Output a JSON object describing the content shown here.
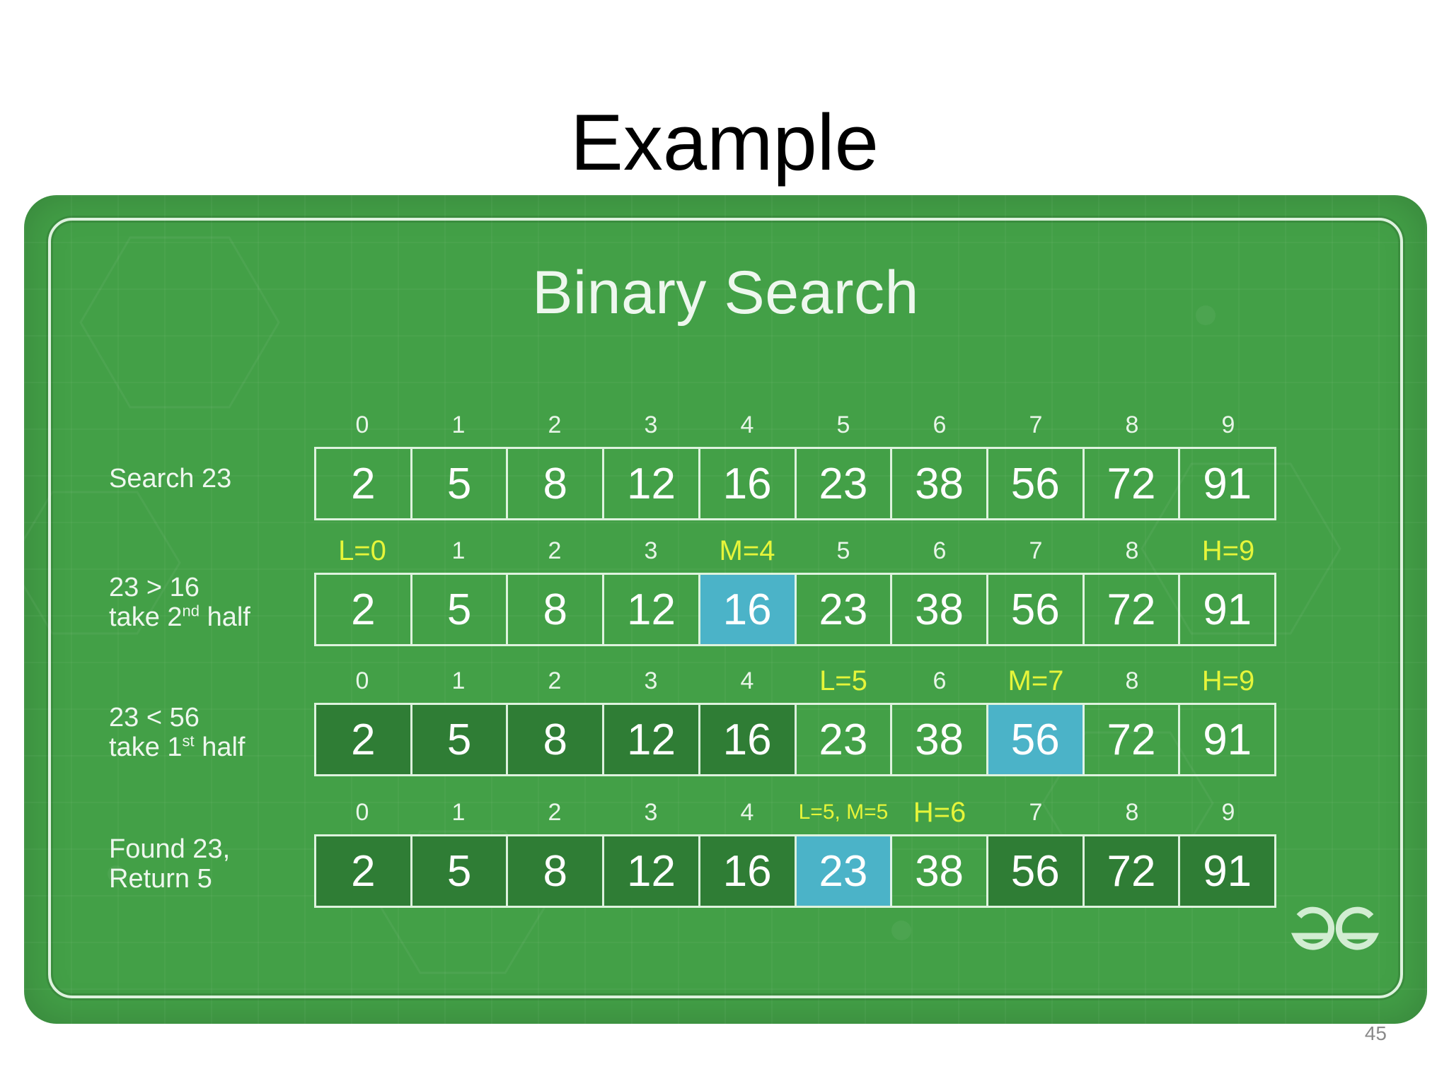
{
  "slide": {
    "title": "Example",
    "page_number": "45"
  },
  "diagram": {
    "title": "Binary Search",
    "logo_text": "GG",
    "colors": {
      "panel": "#43a047",
      "excluded": "#2f7d35",
      "middle": "#4bb3c8",
      "marker": "#e6f53a"
    },
    "rows": [
      {
        "label_lines": [
          "Search 23"
        ],
        "indices": [
          "0",
          "1",
          "2",
          "3",
          "4",
          "5",
          "6",
          "7",
          "8",
          "9"
        ],
        "highlighted_indices": [],
        "values": [
          "2",
          "5",
          "8",
          "12",
          "16",
          "23",
          "38",
          "56",
          "72",
          "91"
        ],
        "cell_states": [
          "active",
          "active",
          "active",
          "active",
          "active",
          "active",
          "active",
          "active",
          "active",
          "active"
        ]
      },
      {
        "label_lines": [
          "23 > 16",
          "take 2|nd| half"
        ],
        "indices": [
          "L=0",
          "1",
          "2",
          "3",
          "M=4",
          "5",
          "6",
          "7",
          "8",
          "H=9"
        ],
        "highlighted_indices": [
          0,
          4,
          9
        ],
        "values": [
          "2",
          "5",
          "8",
          "12",
          "16",
          "23",
          "38",
          "56",
          "72",
          "91"
        ],
        "cell_states": [
          "active",
          "active",
          "active",
          "active",
          "mid",
          "active",
          "active",
          "active",
          "active",
          "active"
        ]
      },
      {
        "label_lines": [
          "23 < 56",
          "take 1|st| half"
        ],
        "indices": [
          "0",
          "1",
          "2",
          "3",
          "4",
          "L=5",
          "6",
          "M=7",
          "8",
          "H=9"
        ],
        "highlighted_indices": [
          5,
          7,
          9
        ],
        "values": [
          "2",
          "5",
          "8",
          "12",
          "16",
          "23",
          "38",
          "56",
          "72",
          "91"
        ],
        "cell_states": [
          "out",
          "out",
          "out",
          "out",
          "out",
          "active",
          "active",
          "mid",
          "active",
          "active"
        ]
      },
      {
        "label_lines": [
          "Found 23,",
          "Return 5"
        ],
        "indices": [
          "0",
          "1",
          "2",
          "3",
          "4",
          "L=5, M=5",
          "H=6",
          "7",
          "8",
          "9"
        ],
        "highlighted_indices": [
          5,
          6
        ],
        "values": [
          "2",
          "5",
          "8",
          "12",
          "16",
          "23",
          "38",
          "56",
          "72",
          "91"
        ],
        "cell_states": [
          "out",
          "out",
          "out",
          "out",
          "out",
          "mid",
          "active",
          "out",
          "out",
          "out"
        ]
      }
    ]
  }
}
